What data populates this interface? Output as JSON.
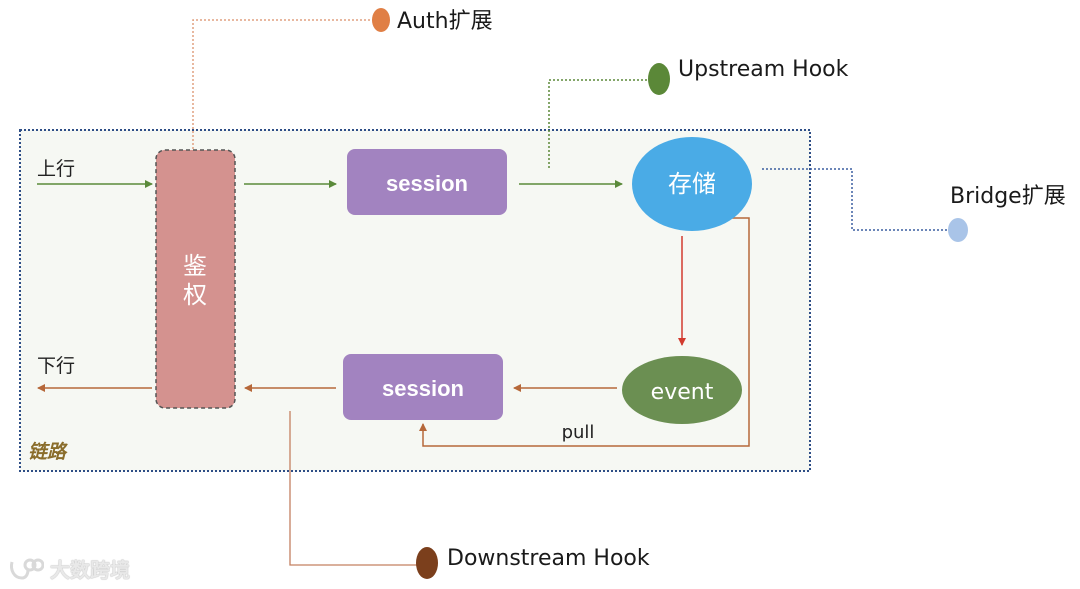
{
  "container": {
    "label": "链路"
  },
  "lanes": {
    "upstream": "上行",
    "downstream": "下行"
  },
  "auth": {
    "label_line1": "鉴",
    "label_line2": "权"
  },
  "session_top": {
    "label": "session"
  },
  "session_bottom": {
    "label": "session"
  },
  "storage": {
    "label": "存储"
  },
  "event": {
    "label": "event"
  },
  "pull": {
    "label": "pull"
  },
  "extensions": {
    "auth": "Auth扩展",
    "upstream_hook": "Upstream Hook",
    "bridge": "Bridge扩展",
    "downstream_hook": "Downstream Hook"
  },
  "watermark": {
    "text": "大数跨境"
  },
  "colors": {
    "auth_box": "#d4928f",
    "session": "#a283c0",
    "storage": "#4aabe6",
    "event": "#6b8f52",
    "green_arrow": "#5a8a3a",
    "red_arrow": "#d23b2e",
    "brown_arrow": "#b6683a",
    "container_border": "#2e4e86",
    "container_bg": "#f6f8f3",
    "auth_dot": "#e07f45",
    "upstream_dot": "#5b8838",
    "bridge_dot": "#a9c4e8",
    "downstream_dot": "#7b3f1c",
    "auth_line": "#e0a080",
    "upstream_line": "#5b8838",
    "bridge_line": "#3c5fa0",
    "downstream_line": "#c48060"
  }
}
